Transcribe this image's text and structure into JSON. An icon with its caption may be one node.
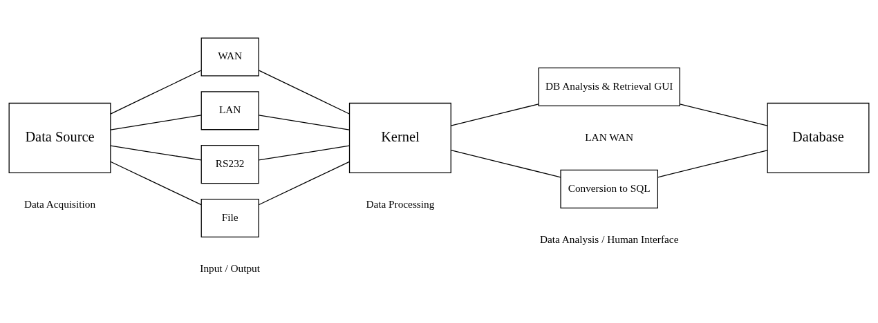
{
  "diagram": {
    "nodes": [
      {
        "text": [
          "Data Source"
        ]
      },
      {
        "text": [
          "WAN"
        ]
      },
      {
        "text": [
          "LAN"
        ]
      },
      {
        "text": [
          "RS232"
        ]
      },
      {
        "text": [
          "File"
        ]
      },
      {
        "text": [
          "Kernel"
        ]
      },
      {
        "text": [
          "DB Analysis & Retrieval GUI"
        ]
      },
      {
        "text": [
          "Conversion to SQL"
        ]
      },
      {
        "text": [
          "Database"
        ]
      }
    ],
    "edges": [
      {
        "from": 0,
        "to": 1,
        "arrow": "none"
      },
      {
        "from": 0,
        "to": 2,
        "arrow": "none"
      },
      {
        "from": 0,
        "to": 3,
        "arrow": "none"
      },
      {
        "from": 0,
        "to": 4,
        "arrow": "none"
      },
      {
        "from": 1,
        "to": 5,
        "arrow": "none"
      },
      {
        "from": 2,
        "to": 5,
        "arrow": "none"
      },
      {
        "from": 3,
        "to": 5,
        "arrow": "none"
      },
      {
        "from": 4,
        "to": 5,
        "arrow": "none"
      },
      {
        "from": 5,
        "to": 6,
        "arrow": "none"
      },
      {
        "from": 5,
        "to": 7,
        "arrow": "none"
      },
      {
        "from": 6,
        "to": 8,
        "arrow": "none"
      },
      {
        "from": 7,
        "to": 8,
        "arrow": "none"
      }
    ],
    "labels": [
      "LAN WAN",
      "Data Acquisition",
      "Input / Output",
      "Data Processing",
      "Data Analysis / Human Interface"
    ]
  }
}
